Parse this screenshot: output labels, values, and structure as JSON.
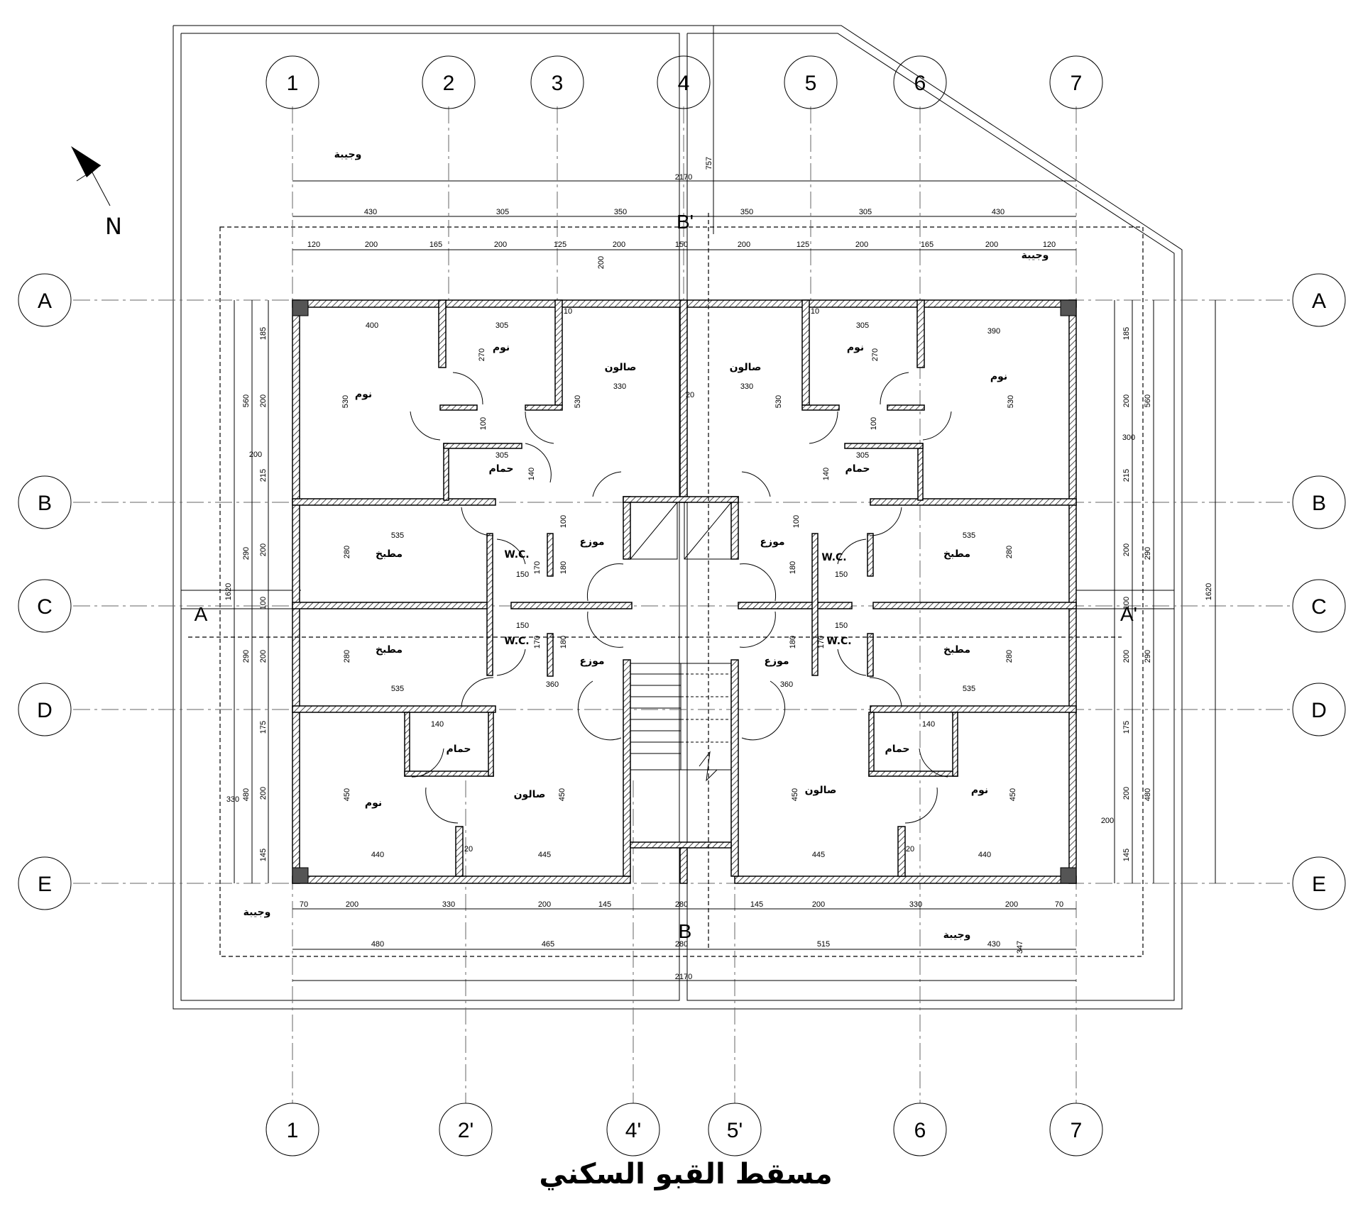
{
  "drawing": {
    "title": "مسقط القبو السكني",
    "north_label": "N"
  },
  "grid": {
    "top_columns": [
      "1",
      "2",
      "3",
      "4",
      "5",
      "6",
      "7"
    ],
    "bottom_columns": [
      "1",
      "2'",
      "4'",
      "5'",
      "6",
      "7"
    ],
    "rows": [
      "A",
      "B",
      "C",
      "D",
      "E"
    ]
  },
  "sections": {
    "a_left": "A",
    "a_right": "A'",
    "b_top": "B'",
    "b_bottom": "B"
  },
  "rooms": {
    "setback": "وجيبة",
    "bedroom": "نوم",
    "living": "صالون",
    "bath": "حمام",
    "wc": "W.C.",
    "kitchen": "مطبخ",
    "distributor": "موزع"
  },
  "dimensions": {
    "overall": "2170",
    "top_row": [
      "430",
      "305",
      "350",
      "350",
      "305",
      "430"
    ],
    "openings_row": [
      "120",
      "200",
      "165",
      "200",
      "125",
      "200",
      "150",
      "200",
      "125",
      "200",
      "165",
      "200",
      "120"
    ],
    "bottom_row": [
      "70",
      "200",
      "330",
      "200",
      "145",
      "280",
      "145",
      "200",
      "330",
      "200",
      "70"
    ],
    "bottom_row2": [
      "480",
      "465",
      "280",
      "515",
      "430"
    ],
    "height_total": "1620",
    "vertical_left": [
      "185",
      "200",
      "215",
      "200",
      "100",
      "200",
      "175",
      "200",
      "145"
    ],
    "vertical_mid": [
      "560",
      "290",
      "290",
      "480"
    ],
    "misc": [
      "757",
      "347",
      "200",
      "300",
      "330",
      "200",
      "400",
      "390",
      "305",
      "330",
      "530",
      "270",
      "100",
      "140",
      "535",
      "280",
      "150",
      "170",
      "180",
      "360",
      "440",
      "445",
      "450",
      "10",
      "20"
    ]
  }
}
